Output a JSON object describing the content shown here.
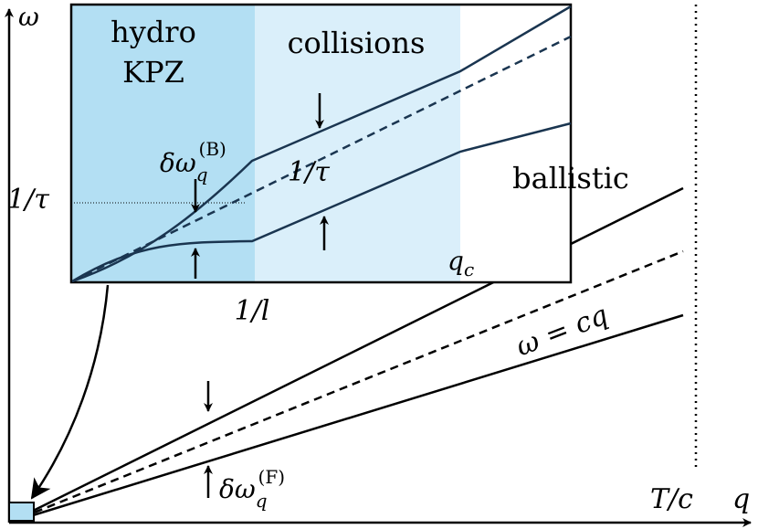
{
  "axes": {
    "y_label": "ω",
    "x_label": "q",
    "x_mark": "T/c"
  },
  "main": {
    "line_label": "ω = cq",
    "delta_F_main": "δω",
    "delta_F_sub": "q",
    "delta_F_sup": "(F)",
    "ballistic_label": "ballistic"
  },
  "inset": {
    "hydro_line1": "hydro",
    "hydro_line2": "KPZ",
    "collisions_label": "collisions",
    "inv_tau_axis": "1/τ",
    "inv_tau_gap": "1/τ",
    "inv_l": "1/l",
    "qc_main": "q",
    "qc_sub": "c",
    "delta_B_main": "δω",
    "delta_B_sub": "q",
    "delta_B_sup": "(B)"
  },
  "colors": {
    "hydro_region": "#b3dff3",
    "collision_region": "#daeffa",
    "line": "#000000",
    "inset_curve": "#1a3550"
  }
}
